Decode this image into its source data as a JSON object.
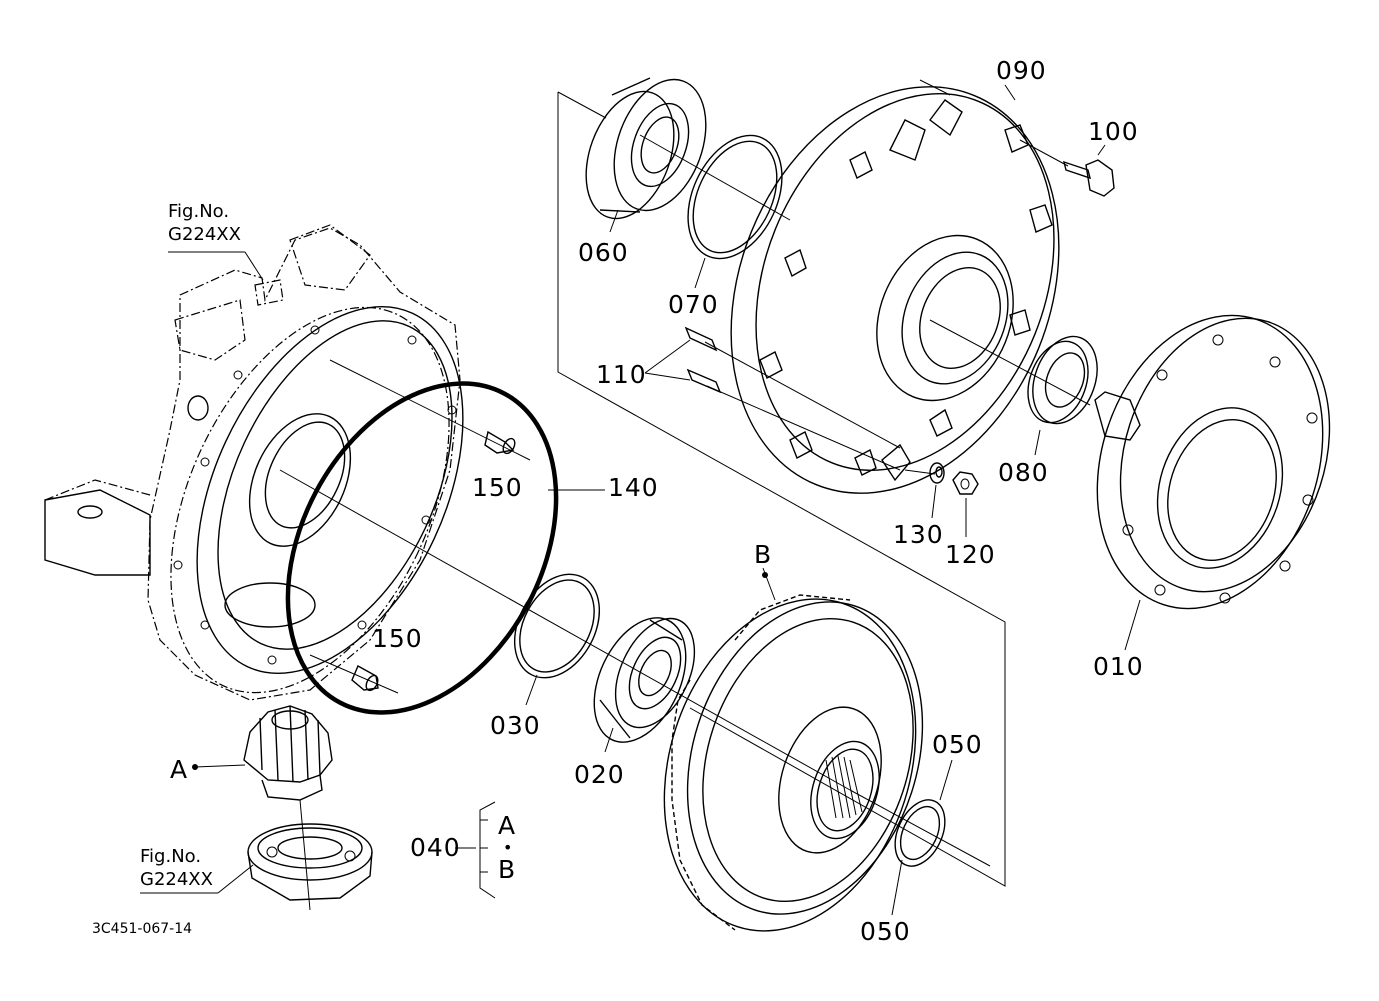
{
  "document_id": "3C451-067-14",
  "references": [
    {
      "line1": "Fig.No.",
      "line2": "G224XX"
    },
    {
      "line1": "Fig.No.",
      "line2": "G224XX"
    }
  ],
  "group_label": {
    "number": "040",
    "top": "A",
    "dot": "•",
    "bottom": "B"
  },
  "markers": {
    "a": "A",
    "b": "B"
  },
  "parts": [
    {
      "id": "p090",
      "number": "090"
    },
    {
      "id": "p100",
      "number": "100"
    },
    {
      "id": "p060",
      "number": "060"
    },
    {
      "id": "p070",
      "number": "070"
    },
    {
      "id": "p110",
      "number": "110"
    },
    {
      "id": "p080",
      "number": "080"
    },
    {
      "id": "p130",
      "number": "130"
    },
    {
      "id": "p120",
      "number": "120"
    },
    {
      "id": "p140",
      "number": "140"
    },
    {
      "id": "p150a",
      "number": "150"
    },
    {
      "id": "p150b",
      "number": "150"
    },
    {
      "id": "p030",
      "number": "030"
    },
    {
      "id": "p020",
      "number": "020"
    },
    {
      "id": "p010",
      "number": "010"
    },
    {
      "id": "p050a",
      "number": "050"
    },
    {
      "id": "p050b",
      "number": "050"
    }
  ]
}
